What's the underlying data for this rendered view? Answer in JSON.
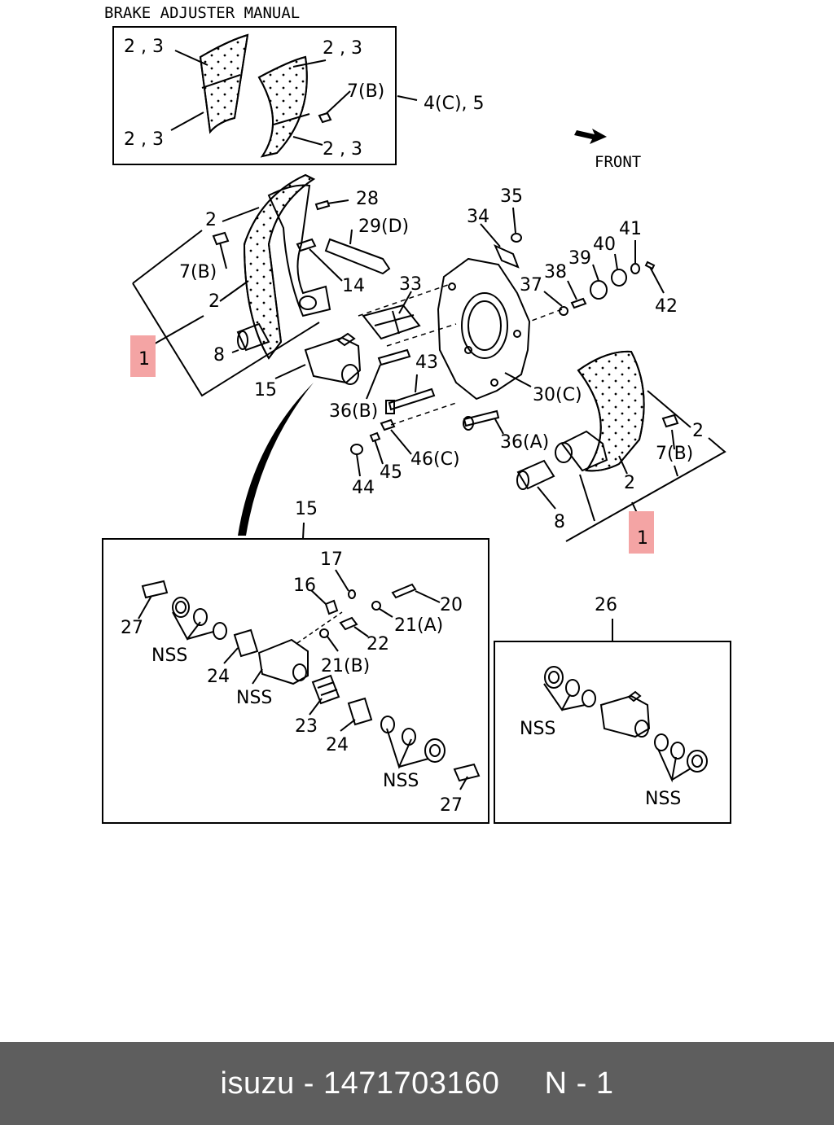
{
  "diagram": {
    "title": "BRAKE ADJUSTER MANUAL",
    "front_label": "FRONT",
    "inset_lining": {
      "labels": {
        "tl": "2 , 3",
        "tr": "2 , 3",
        "bl": "2 , 3",
        "br": "2 , 3",
        "bolt": "7(B)",
        "kit": "4(C), 5"
      }
    },
    "upper_left_shoe": {
      "labels": {
        "shoe_top": "2",
        "bolt": "7(B)",
        "shoe_mid": "2",
        "bushing": "8",
        "pin14": "14",
        "pin28": "28",
        "pin29": "29(D)",
        "assembly": "1"
      }
    },
    "backing_plate": {
      "labels": {
        "p33": "33",
        "p34": "34",
        "p35": "35",
        "p37": "37",
        "p38": "38",
        "p39": "39",
        "p40": "40",
        "p41": "41",
        "p42": "42",
        "p43": "43",
        "p30": "30(C)",
        "p36a": "36(A)",
        "p36b": "36(B)",
        "p44": "44",
        "p45": "45",
        "p46": "46(C)",
        "p15": "15"
      }
    },
    "right_shoe": {
      "labels": {
        "shoe_top": "2",
        "bolt": "7(B)",
        "shoe_mid": "2",
        "bushing": "8",
        "assembly": "1"
      }
    },
    "wheel_cylinder_detail": {
      "number": "15",
      "labels": {
        "p17": "17",
        "p16": "16",
        "p20": "20",
        "p21a": "21(A)",
        "p21b": "21(B)",
        "p22": "22",
        "p27a": "27",
        "p27b": "27",
        "nss1": "NSS",
        "nss2": "NSS",
        "nss3": "NSS",
        "p24a": "24",
        "p24b": "24",
        "p23": "23"
      }
    },
    "repair_kit": {
      "number": "26",
      "labels": {
        "nss1": "NSS",
        "nss2": "NSS"
      }
    },
    "highlight_color": "#f4a4a4"
  },
  "footer": {
    "brand": "isuzu",
    "separator": " - ",
    "part_number": "1471703160",
    "page": "N - 1"
  }
}
